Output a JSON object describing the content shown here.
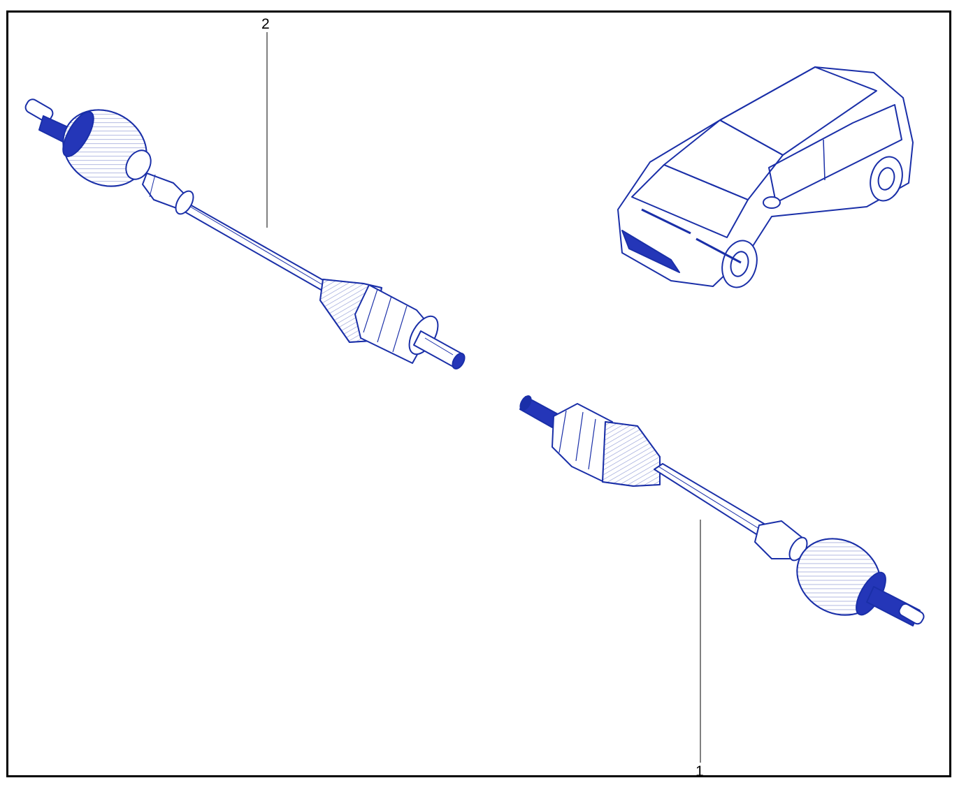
{
  "colors": {
    "line": "#1a2fa8",
    "fill": "#ffffff",
    "shade": "#2436b8",
    "frame": "#000000",
    "leader": "#000000"
  },
  "callouts": {
    "part_2": "2",
    "part_1": "1"
  },
  "parts": [
    {
      "ref": "part_2",
      "name": "drive-shaft-upper-left"
    },
    {
      "ref": "part_1",
      "name": "drive-shaft-lower-right"
    }
  ],
  "inset": {
    "icon": "car-location-icon"
  }
}
